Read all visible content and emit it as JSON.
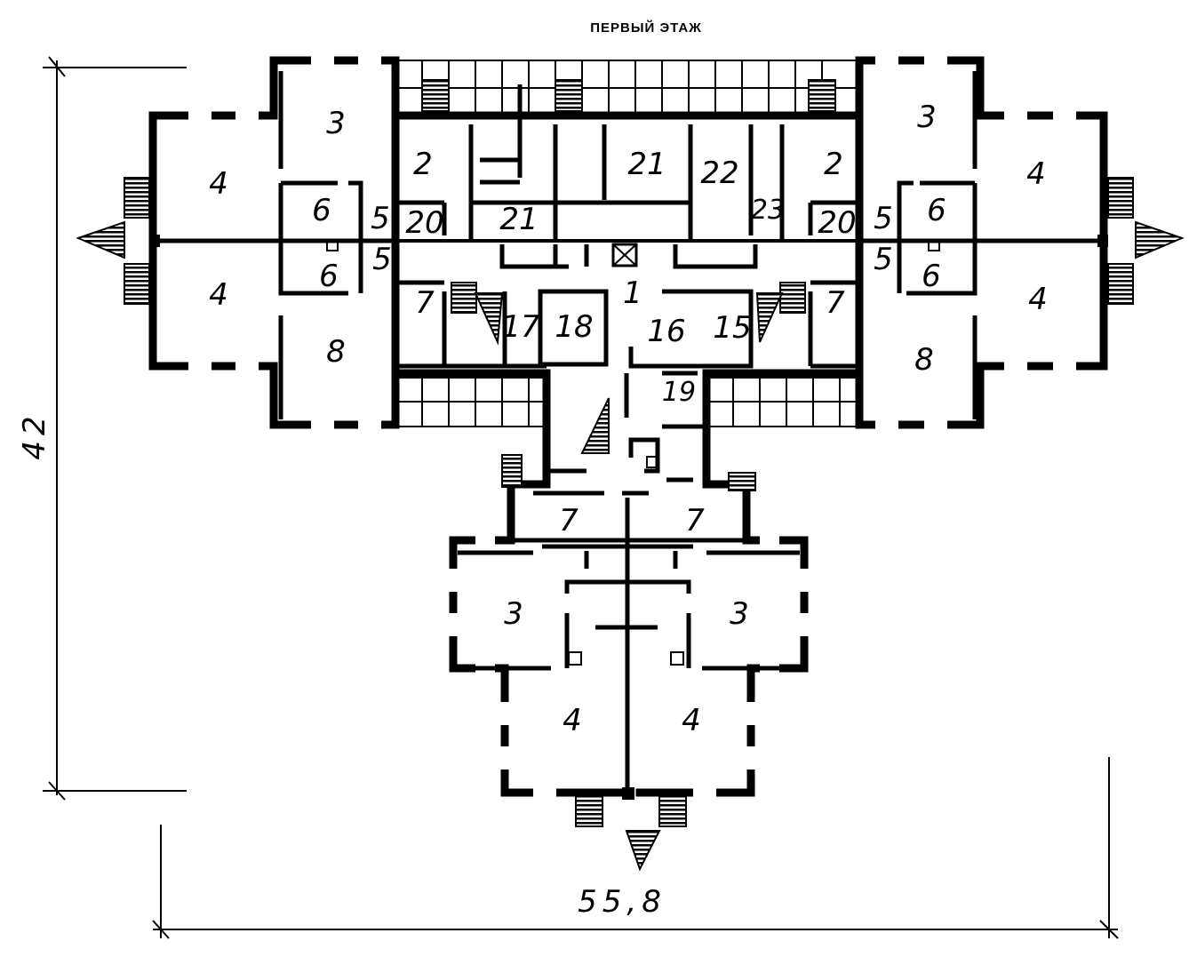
{
  "title": "ПЕРВЫЙ ЭТАЖ",
  "dimensions": {
    "height": "42",
    "width": "55,8"
  },
  "rooms": {
    "r1": "1",
    "r2a": "2",
    "r2b": "2",
    "r3a": "3",
    "r3b": "3",
    "r3c": "3",
    "r3d": "3",
    "r4a": "4",
    "r4b": "4",
    "r4c": "4",
    "r4d": "4",
    "r4e": "4",
    "r4f": "4",
    "r5a": "5",
    "r5b": "5",
    "r5c": "5",
    "r5d": "5",
    "r6a": "6",
    "r6b": "6",
    "r6c": "6",
    "r6d": "6",
    "r7a": "7",
    "r7b": "7",
    "r7c": "7",
    "r7d": "7",
    "r8a": "8",
    "r8b": "8",
    "r15": "15",
    "r16": "16",
    "r17": "17",
    "r18": "18",
    "r19": "19",
    "r20a": "20",
    "r20b": "20",
    "r21a": "21",
    "r21b": "21",
    "r22": "22",
    "r23": "23"
  }
}
